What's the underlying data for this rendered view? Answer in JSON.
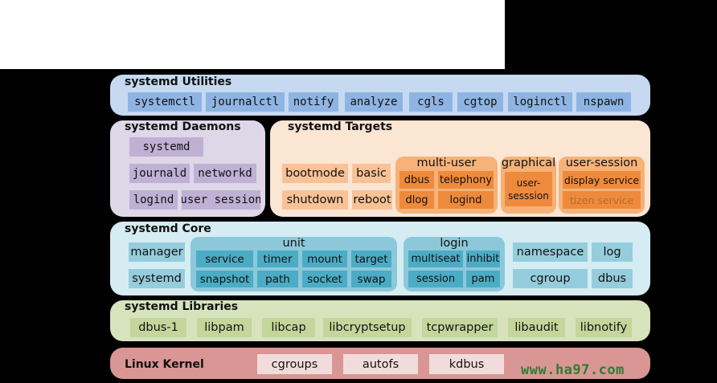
{
  "colors": {
    "utilities_bg": "#c6d9f1",
    "utilities_box": "#8eb4e3",
    "daemons_bg": "#ded7e8",
    "daemons_box": "#c0b0d4",
    "targets_bg": "#fbe5d3",
    "targets_box": "#f9c296",
    "targets_group": "#f6b278",
    "targets_inner": "#ee8a3c",
    "core_bg": "#d5ecf3",
    "core_box": "#95cddd",
    "core_group": "#8cc8da",
    "core_inner": "#4bacc6",
    "libraries_bg": "#d6e3bc",
    "libraries_box": "#c3d69b",
    "kernel_bg": "#d99694",
    "kernel_box": "#f2dcdb"
  },
  "utilities": {
    "title": "systemd Utilities",
    "items": [
      "systemctl",
      "journalctl",
      "notify",
      "analyze",
      "cgls",
      "cgtop",
      "loginctl",
      "nspawn"
    ]
  },
  "daemons": {
    "title": "systemd Daemons",
    "items": [
      "systemd",
      "journald",
      "networkd",
      "logind",
      "user session"
    ]
  },
  "targets": {
    "title": "systemd Targets",
    "items": [
      "bootmode",
      "basic",
      "shutdown",
      "reboot"
    ],
    "multi_user": {
      "title": "multi-user",
      "items": [
        "dbus",
        "telephony",
        "dlog",
        "logind"
      ]
    },
    "graphical": {
      "title": "graphical",
      "item": "user-\nsesssion"
    },
    "user_session": {
      "title": "user-session",
      "items": [
        "display service",
        "tizen service"
      ]
    }
  },
  "core": {
    "title": "systemd Core",
    "left_items": [
      "manager",
      "systemd"
    ],
    "unit": {
      "title": "unit",
      "items": [
        "service",
        "timer",
        "mount",
        "target",
        "snapshot",
        "path",
        "socket",
        "swap"
      ]
    },
    "login": {
      "title": "login",
      "items": [
        "multiseat",
        "inhibit",
        "session",
        "pam"
      ]
    },
    "right_items": [
      "namespace",
      "log",
      "cgroup",
      "dbus"
    ]
  },
  "libraries": {
    "title": "systemd Libraries",
    "items": [
      "dbus-1",
      "libpam",
      "libcap",
      "libcryptsetup",
      "tcpwrapper",
      "libaudit",
      "libnotify"
    ]
  },
  "kernel": {
    "title": "Linux Kernel",
    "items": [
      "cgroups",
      "autofs",
      "kdbus"
    ]
  },
  "watermark": "www.ha97.com"
}
